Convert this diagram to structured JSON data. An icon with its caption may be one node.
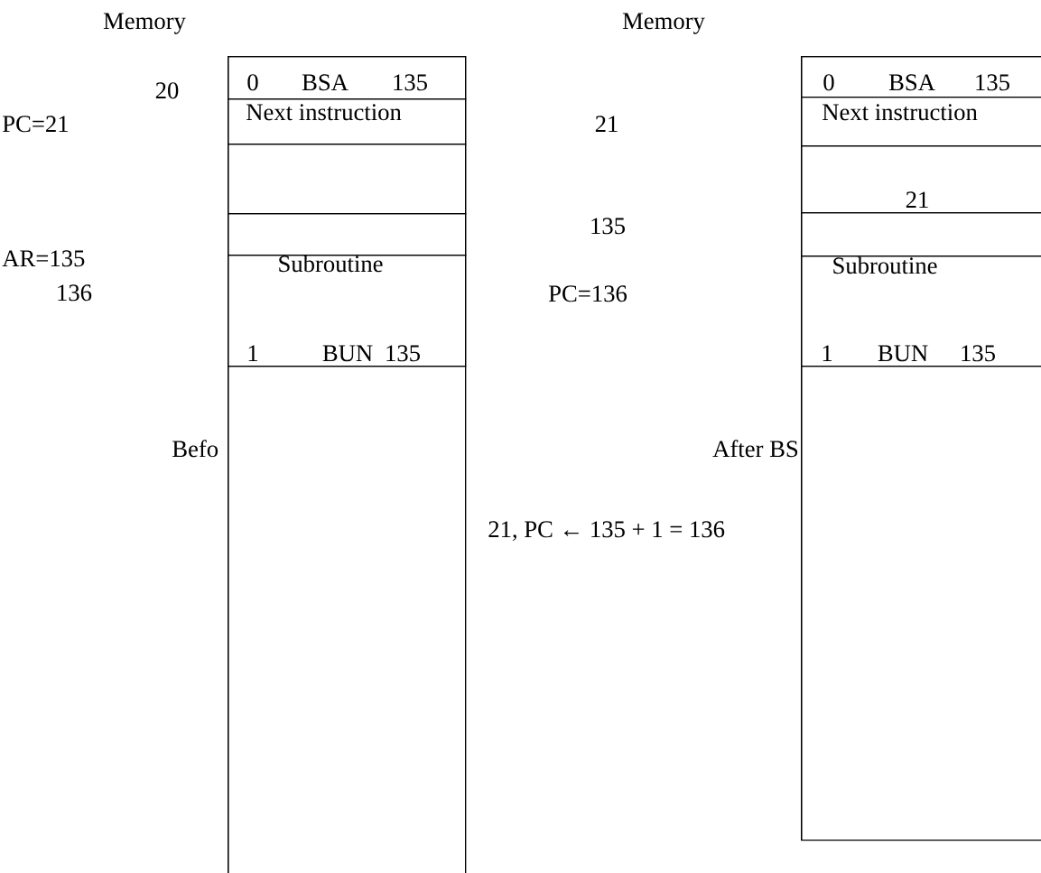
{
  "diagram": {
    "nodes": [
      {
        "text": [],
        "shape": "box"
      },
      {
        "text": [
          "0",
          "BSA",
          "135"
        ],
        "in": 0
      },
      {
        "text": [
          "Next instruction"
        ],
        "in": 0
      },
      {
        "text": [],
        "shape": "box",
        "in": 0
      },
      {
        "text": [],
        "shape": "box",
        "in": 0
      },
      {
        "text": [
          "Subroutine",
          "1",
          "BUN",
          "135"
        ],
        "in": 0
      },
      {
        "text": [],
        "shape": "box",
        "in": 0
      },
      {
        "text": [],
        "shape": "box"
      },
      {
        "text": [
          "0",
          "BSA",
          "135"
        ],
        "in": 7
      },
      {
        "text": [
          "Next instruction"
        ],
        "in": 7
      },
      {
        "text": [
          "21"
        ],
        "in": 7
      },
      {
        "text": [],
        "shape": "box",
        "in": 7
      },
      {
        "text": [
          "Subroutine",
          "1",
          "BUN",
          "135"
        ],
        "in": 7
      },
      {
        "text": [],
        "shape": "box",
        "in": 7
      }
    ],
    "labels": [
      "Memory",
      "Memory",
      "20",
      "PC=21",
      "21",
      "135",
      "AR=135",
      "136",
      "PC=136",
      "Befo",
      "After BS",
      "21,  PC ← 135 + 1 = 136"
    ]
  }
}
